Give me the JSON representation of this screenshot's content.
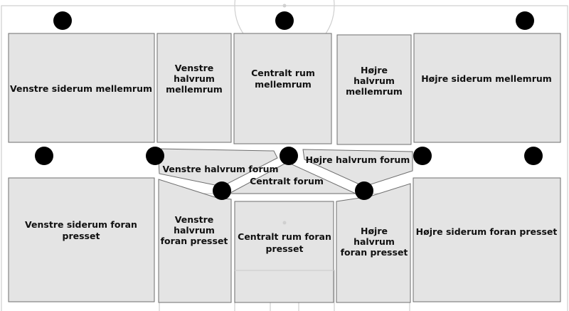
{
  "title": "Pitch zones diagram",
  "zones": {
    "left_wide_between": [
      "Venstre siderum mellemrum"
    ],
    "left_half_between": [
      "Venstre",
      "halvrum",
      "mellemrum"
    ],
    "central_between": [
      "Centralt rum",
      "mellemrum"
    ],
    "right_half_between": [
      "Højre",
      "halvrum",
      "mellemrum"
    ],
    "right_wide_between": [
      "Højre siderum mellemrum"
    ],
    "left_half_forum": [
      "Venstre halvrum forum"
    ],
    "central_forum": [
      "Centralt forum"
    ],
    "right_half_forum": [
      "Højre halvrum forum"
    ],
    "left_wide_front": [
      "Venstre siderum foran",
      "presset"
    ],
    "left_half_front": [
      "Venstre",
      "halvrum",
      "foran presset"
    ],
    "central_front": [
      "Centralt rum foran",
      "presset"
    ],
    "right_half_front": [
      "Højre",
      "halvrum",
      "foran presset"
    ],
    "right_wide_front": [
      "Højre siderum foran presset"
    ]
  },
  "colors": {
    "zone_fill": "#e4e4e4",
    "player": "#000000",
    "pitch_lines": "#cfcfcf"
  }
}
